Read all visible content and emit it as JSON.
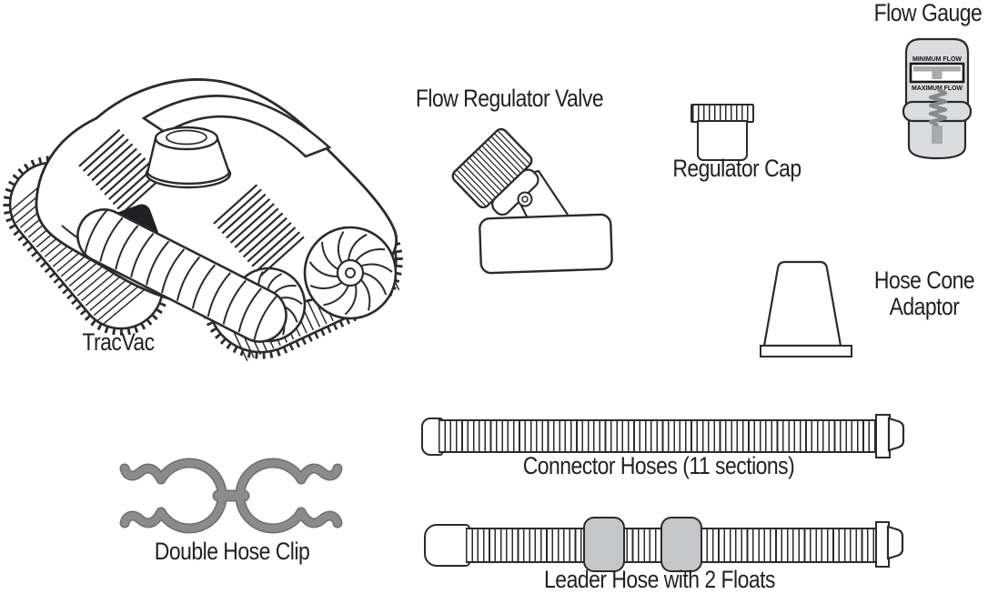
{
  "parts": {
    "tracvac": {
      "label": "TracVac"
    },
    "flow_regulator_valve": {
      "label": "Flow Regulator Valve"
    },
    "regulator_cap": {
      "label": "Regulator Cap"
    },
    "flow_gauge": {
      "label": "Flow Gauge",
      "min_flow": "MINIMUM FLOW",
      "max_flow": "MAXIMUM FLOW"
    },
    "hose_cone_adaptor": {
      "label_line1": "Hose Cone",
      "label_line2": "Adaptor"
    },
    "double_hose_clip": {
      "label": "Double Hose Clip"
    },
    "connector_hoses": {
      "label": "Connector Hoses (11 sections)"
    },
    "leader_hose": {
      "label": "Leader Hose with 2 Floats"
    }
  },
  "colors": {
    "line": "#2b2b2e",
    "text": "#231f20",
    "gauge_body": "#dbdcdd",
    "indicator": "#a9aaac",
    "spring": "#88898b",
    "float": "#c5c6c8",
    "clip": "#8a8b8d",
    "grip": "#202022",
    "background": "#ffffff"
  }
}
